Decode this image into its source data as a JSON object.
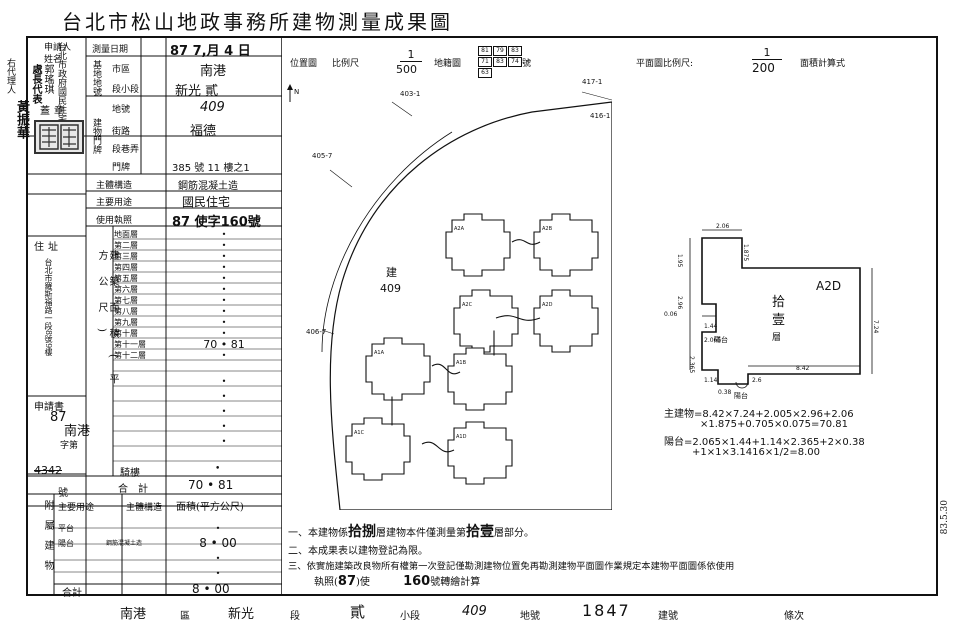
{
  "title": "台北市松山地政事務所建物測量成果圖",
  "left_margin": {
    "agent_label": "右代理人",
    "agent_name": "黃振華"
  },
  "applicant": {
    "label": "申請人",
    "name_label": "姓名",
    "rep_label": "處長代表",
    "org": "台北市政府國民住宅處",
    "person": "郭瑤琪",
    "seal_label": "蓋章",
    "address_label": "住址",
    "address": "台北市羅斯福路一段8號9樓"
  },
  "survey_date": {
    "label": "測量日期",
    "value": "87 7,月 4 日"
  },
  "land": {
    "label": "基地地號",
    "district_label": "市區",
    "district": "南港",
    "section_label": "段小段",
    "section": "新光 貳",
    "lot_label": "地號",
    "lot": "409"
  },
  "doorplate": {
    "label": "建物門牌",
    "street_label": "街路",
    "street": "福德",
    "lane_label": "段巷弄",
    "number_label": "門牌",
    "number": "385 號 11 樓之1"
  },
  "building": {
    "structure_label": "主體構造",
    "structure": "鋼筋混凝土造",
    "use_label": "主要用途",
    "use": "國民住宅",
    "license_label": "使用執照",
    "license": "87 使字160號"
  },
  "floors_header": "建築面積(平方公尺)",
  "floors": [
    {
      "name": "地面層",
      "area": "•"
    },
    {
      "name": "第二層",
      "area": "•"
    },
    {
      "name": "第三層",
      "area": "•"
    },
    {
      "name": "第四層",
      "area": "•"
    },
    {
      "name": "第五層",
      "area": "•"
    },
    {
      "name": "第六層",
      "area": "•"
    },
    {
      "name": "第七層",
      "area": "•"
    },
    {
      "name": "第八層",
      "area": "•"
    },
    {
      "name": "第九層",
      "area": "•"
    },
    {
      "name": "第十層",
      "area": "•"
    },
    {
      "name": "第十一層",
      "area": "70 • 81"
    },
    {
      "name": "第十二層",
      "area": "•"
    }
  ],
  "extra_rows": [
    "•",
    "•",
    "•",
    "•",
    "•"
  ],
  "application": {
    "label": "申請書",
    "year": "87",
    "district": "南港",
    "word": "字第",
    "number": "4342",
    "suffix": "號"
  },
  "arcade": {
    "label": "騎樓",
    "value": "•"
  },
  "total": {
    "label": "合計",
    "value": "70 • 81"
  },
  "annex": {
    "label": "附屬建物",
    "col_use": "主要用途",
    "col_structure": "主體構造",
    "col_area": "面積(平方公尺)",
    "rows": [
      {
        "use": "平台",
        "structure": "",
        "area": "•"
      },
      {
        "use": "陽台",
        "structure": "鋼筋混凝土造",
        "area": "8 • 00"
      },
      {
        "use": "",
        "structure": "",
        "area": "•"
      },
      {
        "use": "",
        "structure": "",
        "area": "•"
      }
    ],
    "total_label": "合計",
    "total": "8 • 00"
  },
  "location_map": {
    "label": "位置圖",
    "scale_label": "比例尺",
    "scale_num": "1",
    "scale_den": "500",
    "sheet_label": "地籍圖",
    "sheet_nums": [
      "81",
      "79",
      "83",
      "71",
      "83",
      "74",
      "63"
    ],
    "sheet_suffix": "號",
    "lot_text": "建",
    "lot_num": "409",
    "north": "N",
    "labels": [
      "417-1",
      "416-1",
      "403-1",
      "405-7",
      "406-7"
    ],
    "units": [
      "A2A",
      "A2B",
      "A2C",
      "A2D",
      "A1A",
      "A1B",
      "A1C",
      "A1D"
    ]
  },
  "plan": {
    "scale_label": "平面圖比例尺:",
    "scale_num": "1",
    "scale_den": "200",
    "calc_label": "面積計算式",
    "unit_id": "A2D",
    "floor_text": "拾壹層",
    "balcony": "陽台",
    "dims": [
      "2.06",
      "1.875",
      "1.95",
      "2.96",
      "0.06",
      "1.44",
      "2.065",
      "2.365",
      "7.24",
      "8.42",
      "1.14",
      "2.6",
      "0.38"
    ],
    "formula_main_1": "主建物=8.42×7.24+2.005×2.96+2.06",
    "formula_main_2": "×1.875+0.705×0.075=70.81",
    "formula_bal_1": "陽台=2.065×1.44+1.14×2.365+2×0.38",
    "formula_bal_2": "+1×1×3.1416×1/2=8.00"
  },
  "notes": {
    "n1_a": "一、本建物係",
    "n1_b": "拾捌",
    "n1_c": "層建物本件僅測量第",
    "n1_d": "拾壹",
    "n1_e": "層部分。",
    "n2": "二、本成果表以建物登記為限。",
    "n3": "三、依實施建築改良物所有權第一次登記僅勘測建物位置免再勘測建物平面圖作業規定本建物平面圖係依使用",
    "n3b_a": "執照(",
    "n3b_b": "87",
    "n3b_c": ")使",
    "n3b_d": "160",
    "n3b_e": "號轉繪計算"
  },
  "footer": {
    "district": "南港",
    "district_label": "區",
    "section": "新光",
    "section_label": "段",
    "subsection": "貳",
    "subsection_label": "小段",
    "lot": "409",
    "lot_label": "地號",
    "bldg_no": "1847",
    "bldg_label": "建號",
    "note_label": "條次"
  },
  "stamp": "83.5.30"
}
